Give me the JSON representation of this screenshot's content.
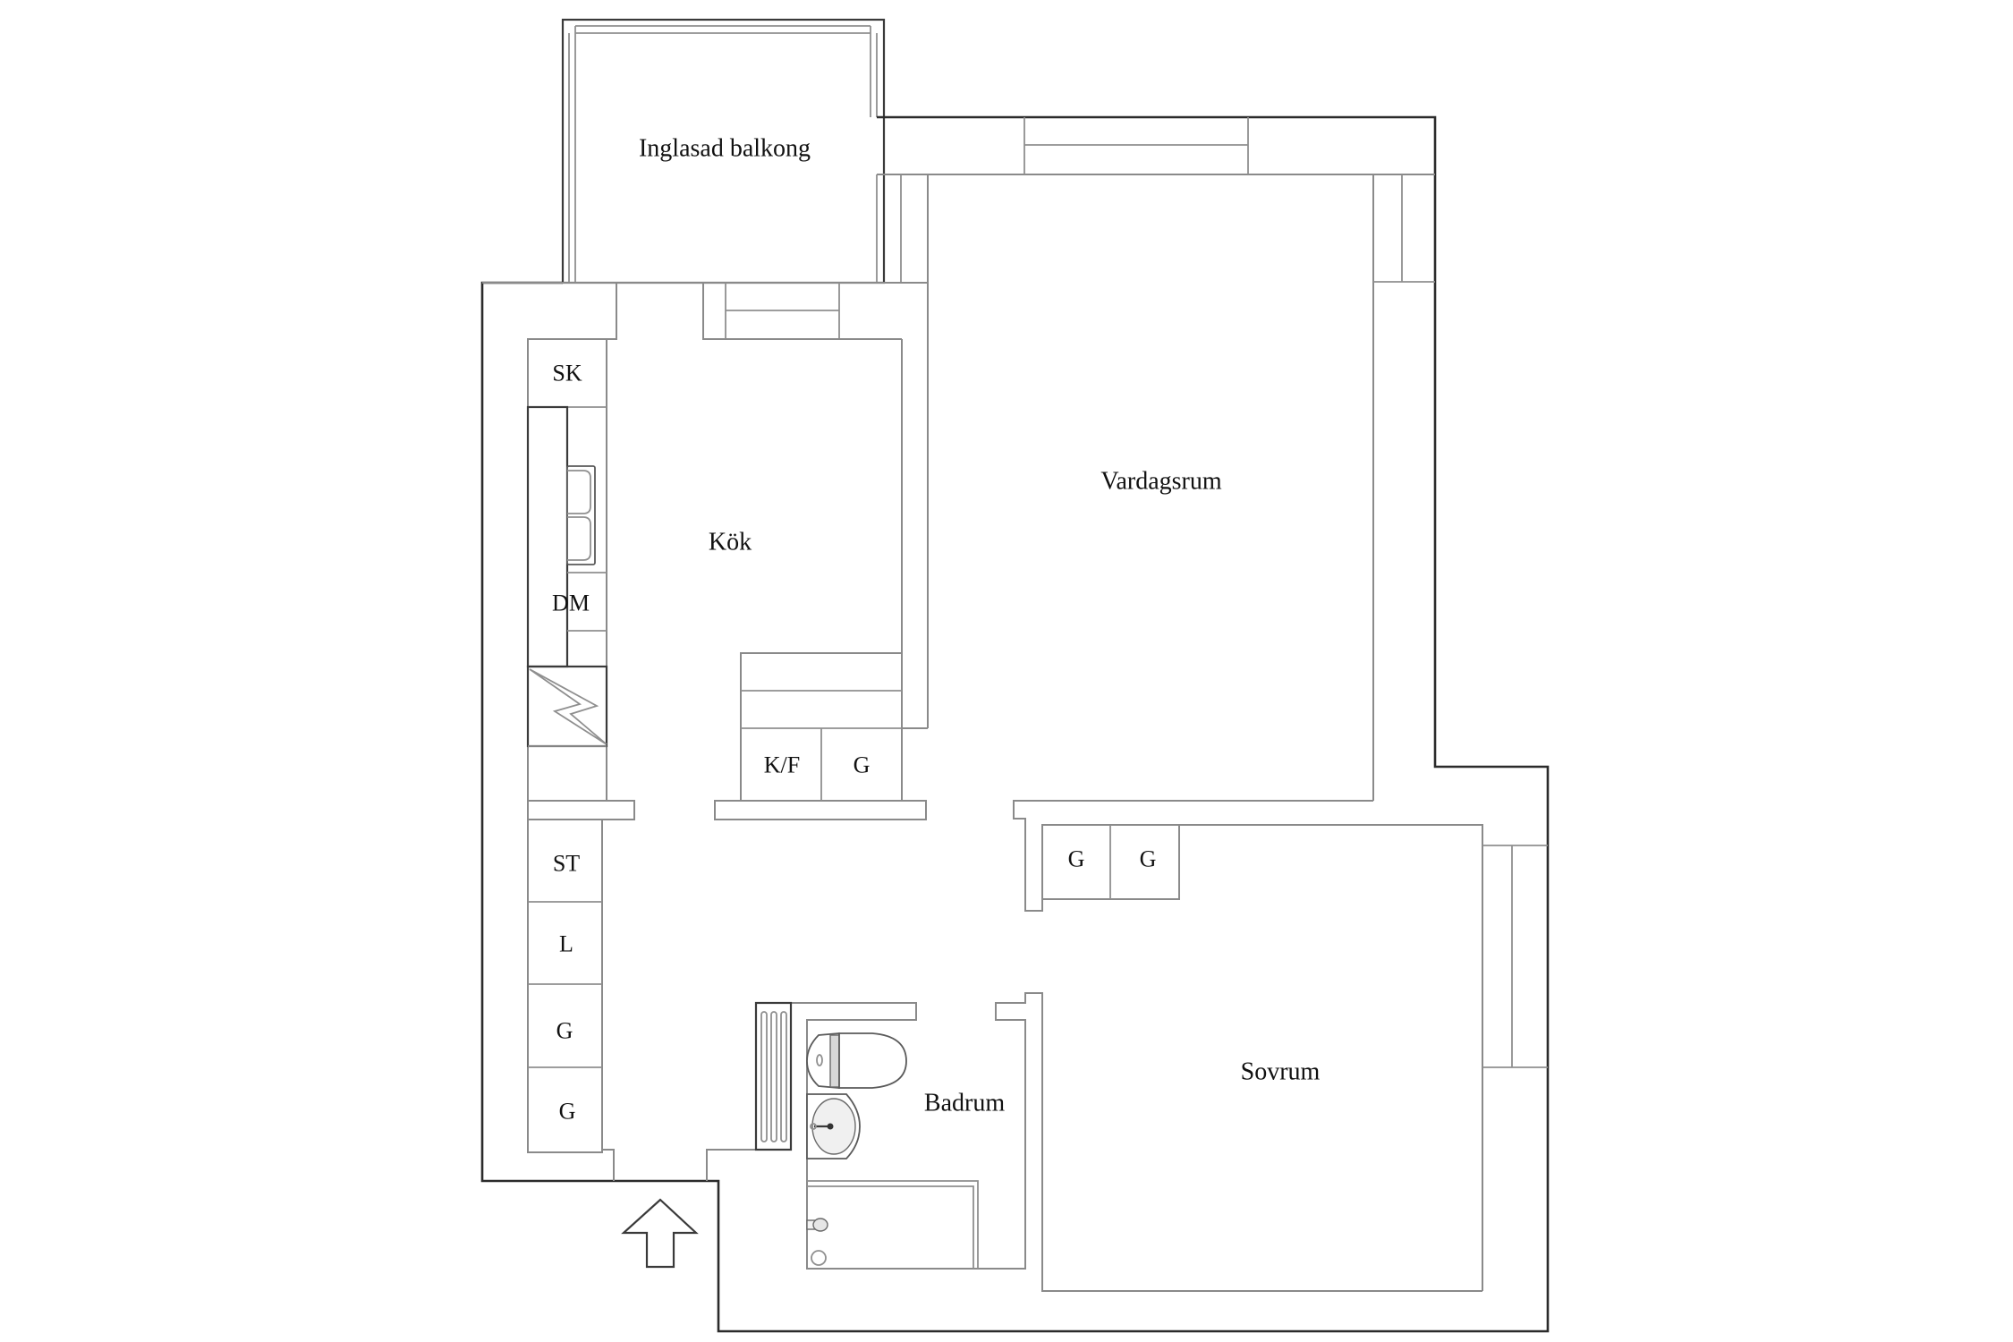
{
  "floorplan": {
    "rooms": {
      "balcony": "Inglasad balkong",
      "kitchen": "Kök",
      "living_room": "Vardagsrum",
      "bedroom": "Sovrum",
      "bathroom": "Badrum"
    },
    "kitchen_units": {
      "pantry": "SK",
      "dishwasher": "DM",
      "fridge_freezer": "K/F",
      "kitchen_wardrobe": "G"
    },
    "hall_units": {
      "storage": "ST",
      "linen": "L",
      "wardrobe_1": "G",
      "wardrobe_2": "G"
    },
    "bedroom_units": {
      "wardrobe_1": "G",
      "wardrobe_2": "G"
    },
    "entrance_arrow": "entrance-arrow"
  }
}
